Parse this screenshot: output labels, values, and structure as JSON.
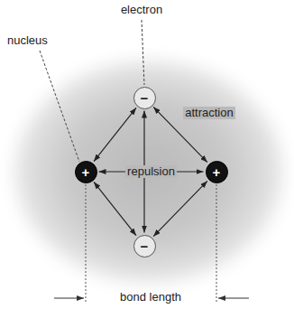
{
  "diagram": {
    "nodes": [
      {
        "text": [
          "−"
        ]
      },
      {
        "text": [
          "+"
        ]
      },
      {
        "text": [
          "+"
        ]
      },
      {
        "text": [
          "−"
        ]
      }
    ],
    "edges": [
      {
        "from": 0,
        "to": 1,
        "arrow": "both"
      },
      {
        "from": 0,
        "to": 2,
        "arrow": "both",
        "label": "attraction"
      },
      {
        "from": 1,
        "to": 3,
        "arrow": "both"
      },
      {
        "from": 2,
        "to": 3,
        "arrow": "both"
      },
      {
        "from": 1,
        "to": 2,
        "arrow": "both",
        "label": "repulsion"
      },
      {
        "from": 0,
        "to": 3,
        "arrow": "both"
      }
    ],
    "labels": [
      "electron",
      "nucleus",
      "bond length"
    ]
  }
}
